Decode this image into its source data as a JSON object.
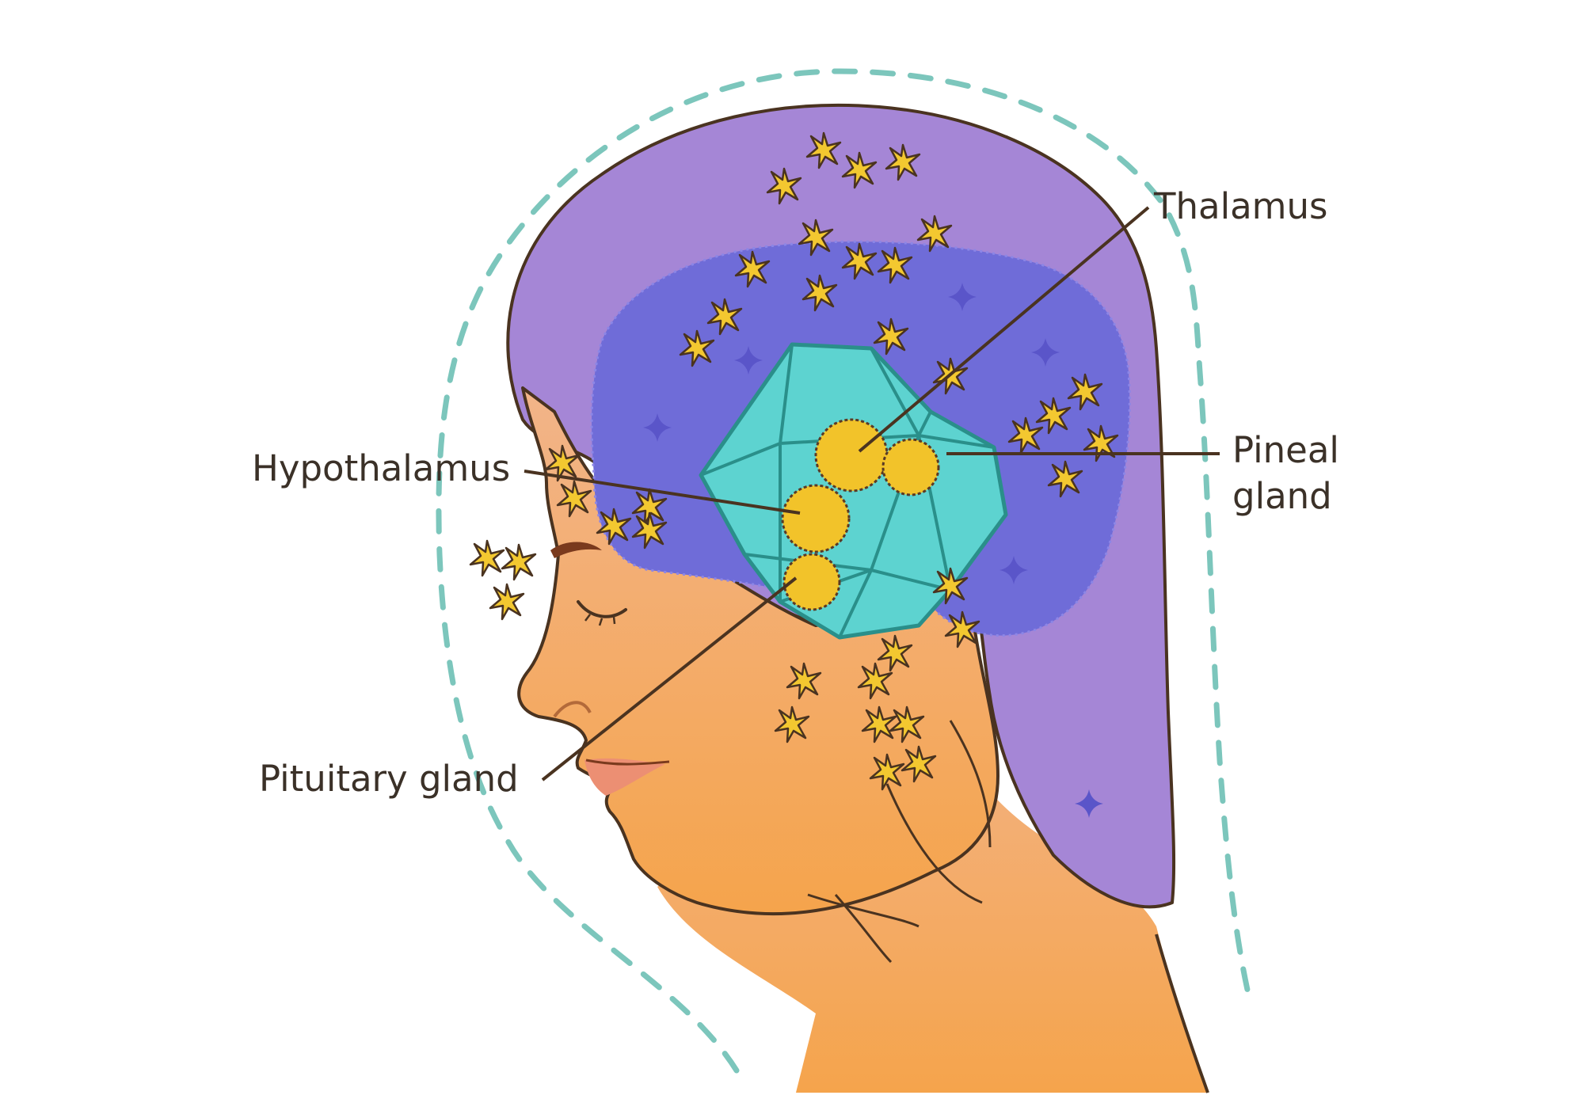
{
  "labels": {
    "thalamus": "Thalamus",
    "hypothalamus": "Hypothalamus",
    "pineal_line1": "Pineal",
    "pineal_line2": "gland",
    "pituitary": "Pituitary gland"
  },
  "colors": {
    "hair": "#a586d6",
    "brain": "#6f6cd8",
    "skin": "#f5a968",
    "crystal": "#5dd3d0",
    "gland": "#f2c32a",
    "outline": "#5a3a25",
    "aura": "#7cc6bc",
    "text": "#3b3128"
  }
}
